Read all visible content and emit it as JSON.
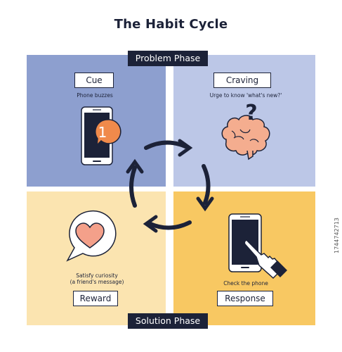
{
  "title": "The Habit Cycle",
  "phases": {
    "problem": "Problem Phase",
    "solution": "Solution Phase"
  },
  "stages": {
    "cue": {
      "label": "Cue",
      "description": "Phone buzzes",
      "badge": "1"
    },
    "craving": {
      "label": "Craving",
      "description": "Urge to know 'what's new?'",
      "glyph": "?"
    },
    "response": {
      "label": "Response",
      "description": "Check the phone"
    },
    "reward": {
      "label": "Reward",
      "description_lines": [
        "Satisfy curiosity",
        "(a friend's message)"
      ]
    }
  },
  "stock_id": "1744742713",
  "colors": {
    "cue_quadrant": "#8d9fcf",
    "craving_quadrant": "#bcc7e7",
    "reward_quadrant": "#fbe4b0",
    "response_quadrant": "#f8c862",
    "ink": "#1c2238",
    "accent_orange": "#f08a4b",
    "brain_pink": "#f4ad8f",
    "heart_pink": "#f4a08a"
  },
  "icons": [
    "phone-notification-icon",
    "brain-question-icon",
    "hand-tapping-phone-icon",
    "heart-speech-bubble-icon",
    "cycle-arrows-icon"
  ]
}
